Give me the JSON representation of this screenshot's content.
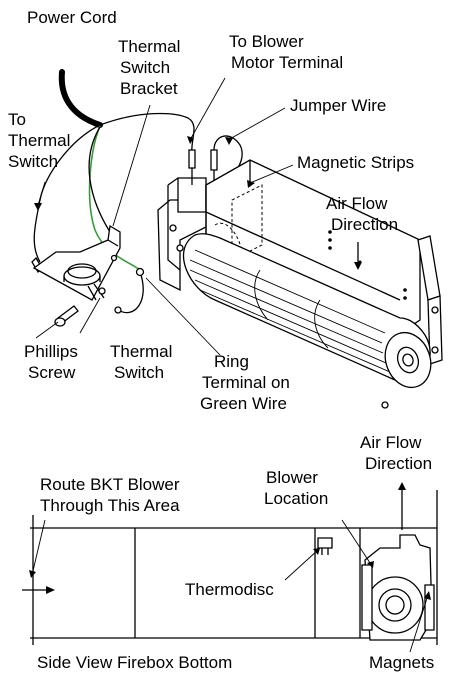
{
  "labels": {
    "power_cord": "Power Cord",
    "thermal_switch_bracket": [
      "Thermal",
      "Switch",
      "Bracket"
    ],
    "to_blower_motor_terminal": [
      "To Blower",
      "Motor Terminal"
    ],
    "to_thermal_switch": [
      "To",
      "Thermal",
      "Switch"
    ],
    "jumper_wire": "Jumper Wire",
    "magnetic_strips": "Magnetic Strips",
    "air_flow_direction_top": [
      "Air Flow",
      "Direction"
    ],
    "phillips_screw": [
      "Phillips",
      "Screw"
    ],
    "thermal_switch": [
      "Thermal",
      "Switch"
    ],
    "ring_terminal": [
      "Ring",
      "Terminal on",
      "Green Wire"
    ],
    "air_flow_direction_bottom": [
      "Air Flow",
      "Direction"
    ],
    "blower_location": [
      "Blower",
      "Location"
    ],
    "route_bkt_blower": [
      "Route BKT Blower",
      "Through This Area"
    ],
    "thermodisc": "Thermodisc",
    "side_view": "Side View Firebox Bottom",
    "magnets": "Magnets"
  },
  "colors": {
    "line": "#000000",
    "green_wire": "#3a9a3a",
    "background": "#ffffff"
  }
}
